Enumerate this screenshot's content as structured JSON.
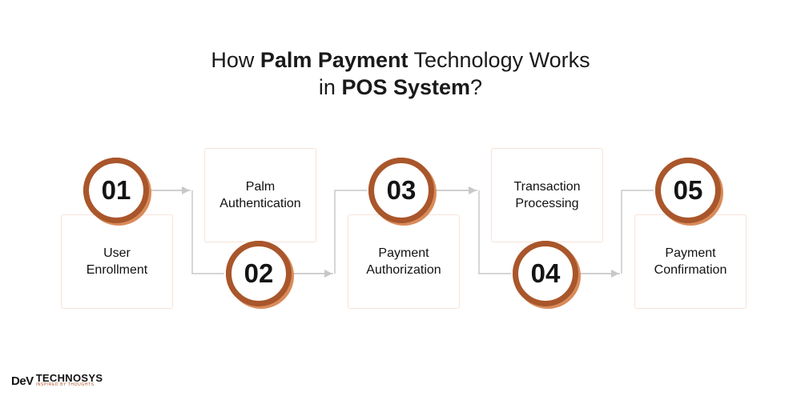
{
  "title": {
    "line1_pre": "How ",
    "line1_bold": "Palm Payment",
    "line1_post": " Technology Works",
    "line2_pre": "in ",
    "line2_bold": "POS System",
    "line2_post": "?"
  },
  "steps": [
    {
      "number": "01",
      "label_line1": "User",
      "label_line2": "Enrollment"
    },
    {
      "number": "02",
      "label_line1": "Palm",
      "label_line2": "Authentication"
    },
    {
      "number": "03",
      "label_line1": "Payment",
      "label_line2": "Authorization"
    },
    {
      "number": "04",
      "label_line1": "Transaction",
      "label_line2": "Processing"
    },
    {
      "number": "05",
      "label_line1": "Payment",
      "label_line2": "Confirmation"
    }
  ],
  "colors": {
    "circle_ring": "#a9562b",
    "box_border": "#f6e3d8",
    "connector": "#c8c8c8"
  },
  "logo": {
    "mark": "DeV",
    "name": "TECHNOSYS",
    "tagline": "INSPIRED BY THOUGHTS"
  }
}
